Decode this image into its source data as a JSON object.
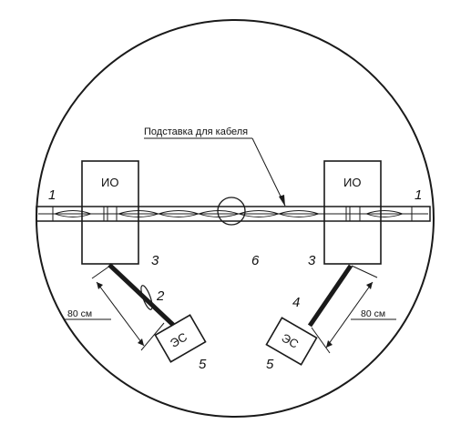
{
  "diagram": {
    "cable_support_label": "Подставка для кабеля",
    "measure_box": "ИО",
    "aux_box": "ЭС",
    "distance_label": "80 см",
    "markers": {
      "cable_end": "1",
      "ferrite": "2",
      "measure_box_side": "3",
      "aux_box_left_top": "4",
      "aux_box_bottom": "5",
      "turntable": "6"
    }
  },
  "colors": {
    "ink": "#1a1a1a",
    "background": "#ffffff"
  }
}
